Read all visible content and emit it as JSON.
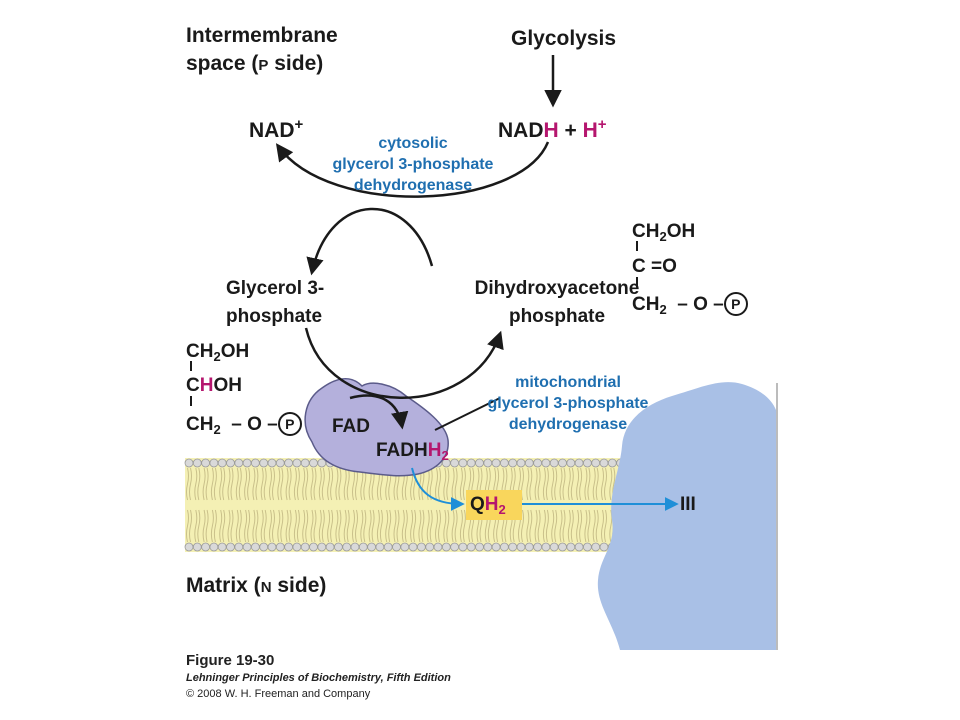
{
  "labels": {
    "intermembrane_1": "Intermembrane",
    "intermembrane_2_pre": "space (",
    "intermembrane_2_p": "P",
    "intermembrane_2_post": " side)",
    "glycolysis": "Glycolysis",
    "nad": "NAD",
    "nad_plus": "+",
    "nadh_base": "NAD",
    "nadh_h": "H",
    "plus": "+",
    "h_ion": "H",
    "h_plus": "+",
    "cyto_enzyme_1": "cytosolic",
    "cyto_enzyme_2": "glycerol 3-phosphate",
    "cyto_enzyme_3": "dehydrogenase",
    "g3p_1": "Glycerol 3-",
    "g3p_2": "phosphate",
    "dhap_1": "Dihydroxyacetone",
    "dhap_2": "phosphate",
    "mito_enzyme_1": "mitochondrial",
    "mito_enzyme_2": "glycerol 3-phosphate",
    "mito_enzyme_3": "dehydrogenase",
    "fad": "FAD",
    "fadh_base": "FADH",
    "fadh_h": "H",
    "fadh_sub": "2",
    "q": "Q",
    "qh_h": "H",
    "qh_sub": "2",
    "complex3": "III",
    "matrix_pre": "Matrix (",
    "matrix_n": "N",
    "matrix_post": " side)"
  },
  "dhap_structure": {
    "line1_base": "CH",
    "line1_sub": "2",
    "line1_end": "OH",
    "line2_c": "C",
    "line2_eq": "=",
    "line2_o": "O",
    "line3_base": "CH",
    "line3_sub": "2",
    "line3_o": "– O –",
    "line3_p": "P"
  },
  "g3p_structure": {
    "line1_base": "CH",
    "line1_sub": "2",
    "line1_end": "OH",
    "line2_c": "C",
    "line2_h": "H",
    "line2_oh": "OH",
    "line3_base": "CH",
    "line3_sub": "2",
    "line3_o": "– O –",
    "line3_p": "P"
  },
  "caption": {
    "figure": "Figure 19-30",
    "book": "Lehninger Principles of Biochemistry, Fifth Edition",
    "copyright": "© 2008 W. H. Freeman and Company"
  },
  "colors": {
    "magenta": "#b5166e",
    "enzyme_blue": "#1f6fb0",
    "membrane_fill": "#f4f0b4",
    "protein_fill": "#a9c0e6",
    "enzyme_fill": "#b4b0dc",
    "qh2_box": "#f9d65c"
  }
}
